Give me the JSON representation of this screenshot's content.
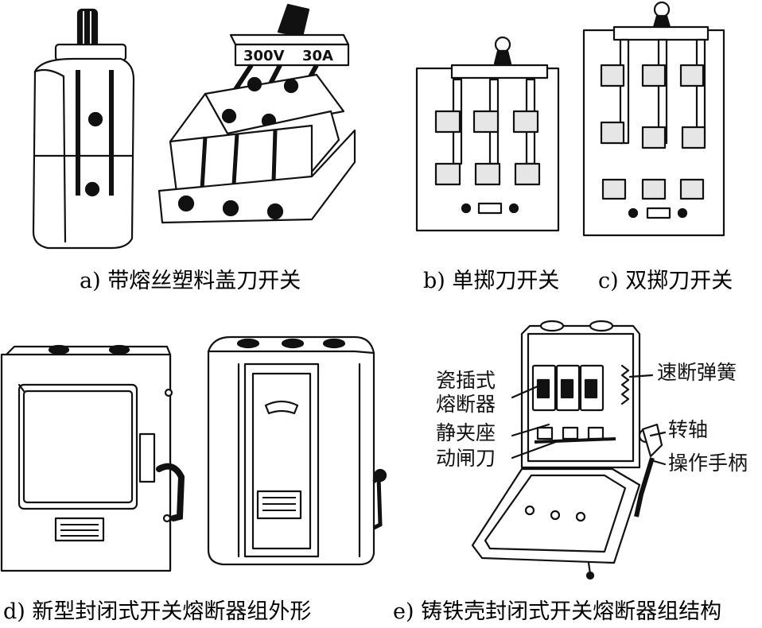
{
  "captions": {
    "a": "a) 带熔丝塑料盖刀开关",
    "b": "b) 单掷刀开关",
    "c": "c) 双掷刀开关",
    "d": "d) 新型封闭式开关熔断器组外形",
    "e": "e) 铸铁壳封闭式开关熔断器组结构"
  },
  "rating": {
    "voltage": "300V",
    "current": "30A"
  },
  "part_labels": {
    "spring": "速断弹簧",
    "fuse_line1": "瓷插式",
    "fuse_line2": "熔断器",
    "clamp_seat": "静夹座",
    "blade": "动闸刀",
    "shaft": "转轴",
    "handle": "操作手柄"
  }
}
